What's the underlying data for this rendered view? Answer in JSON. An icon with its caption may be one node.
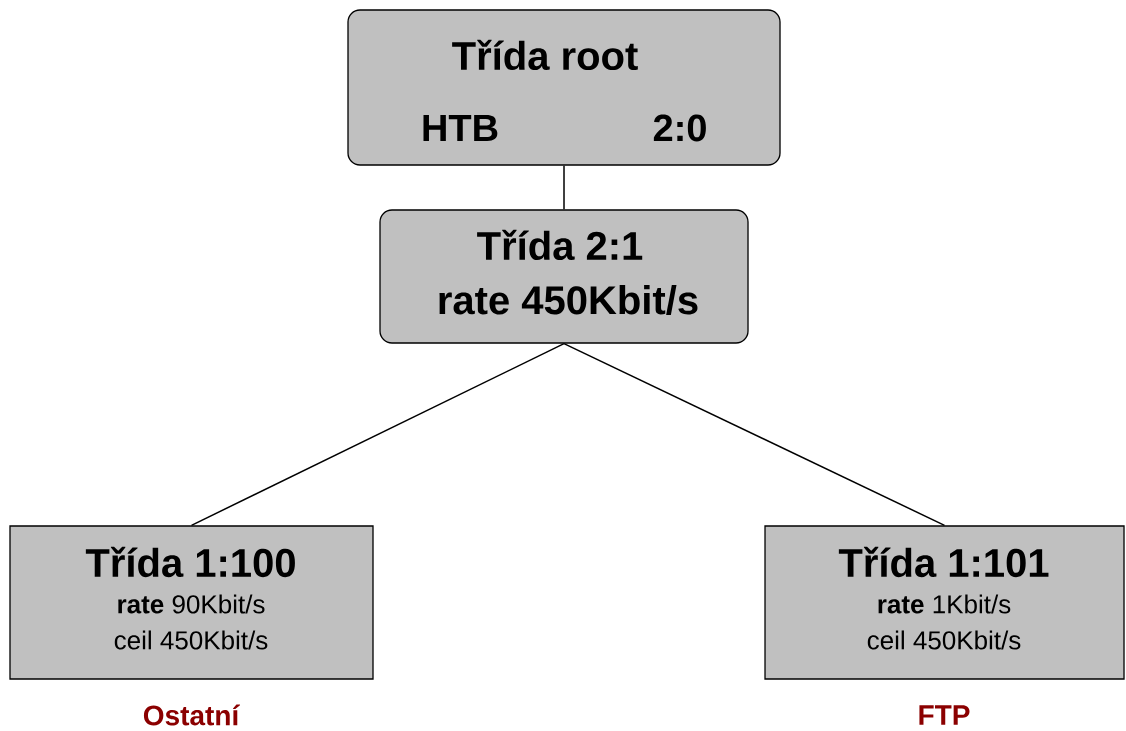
{
  "diagram": {
    "nodes": [
      {
        "text": [
          "Třída root",
          "HTB",
          "2:0"
        ]
      },
      {
        "text": [
          "Třída 2:1",
          "rate 450Kbit/s"
        ]
      },
      {
        "text": [
          "Třída 1:100",
          "**rate** 90Kbit/s",
          "ceil 450Kbit/s"
        ],
        "beside": [
          "Ostatní"
        ]
      },
      {
        "text": [
          "Třída 1:101",
          "**rate** 1Kbit/s",
          "ceil 450Kbit/s"
        ],
        "beside": [
          "FTP"
        ]
      }
    ],
    "edges": [
      {
        "from": 0,
        "to": 1,
        "arrow": "none"
      },
      {
        "from": 1,
        "to": 2,
        "arrow": "none"
      },
      {
        "from": 1,
        "to": 3,
        "arrow": "none"
      }
    ]
  }
}
